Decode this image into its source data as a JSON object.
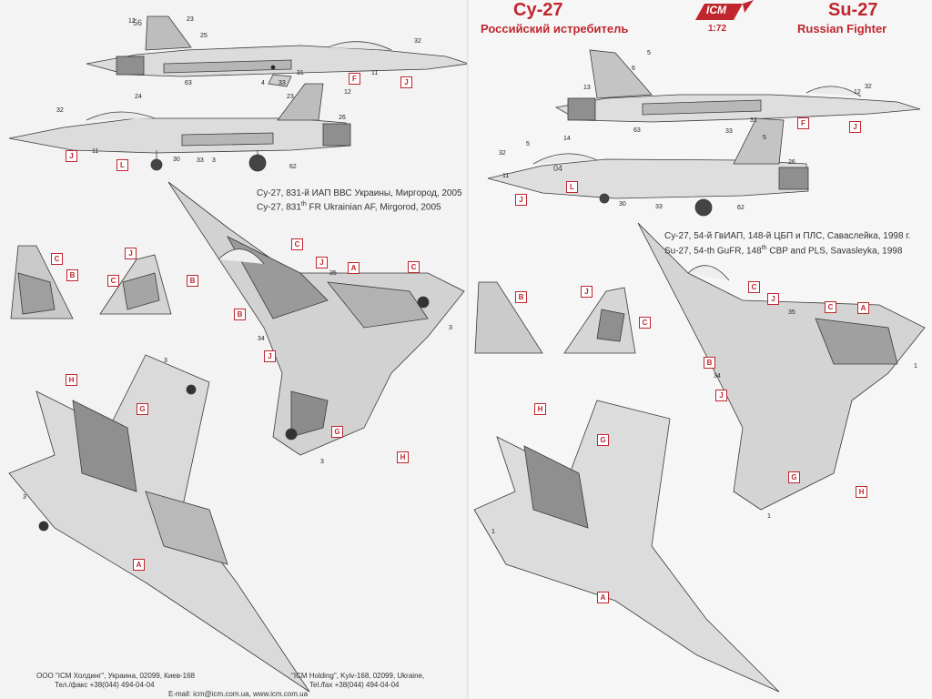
{
  "left": {
    "caption_ru": "Су-27, 831-й ИАП ВВС Украины, Миргород, 2005",
    "caption_en_pre": "Су-27, 831",
    "caption_en_sup": "th",
    "caption_en_post": " FR Ukrainian AF, Mirgorod, 2005",
    "footer_ru_1": "ООО \"ICM Холдинг\", Украина, 02099, Киев-168",
    "footer_ru_2": "Тел./факс +38(044) 494-04-04",
    "footer_en_1": "\"ICM Holding\", Kyiv-168, 02099, Ukraine,",
    "footer_en_2": "Tel./fax +38(044) 494-04-04",
    "footer_contact": "E-mail: icm@icm.com.ua,   www.icm.com.ua",
    "tail_number": "56"
  },
  "right": {
    "title_ru": "Су-27",
    "subtitle_ru": "Российский истребитель",
    "title_en": "Su-27",
    "subtitle_en": "Russian Fighter",
    "logo": "ICM",
    "scale": "1:72",
    "caption_ru": "Су-27, 54-й ГвИАП, 148-й ЦБП и ПЛС, Саваслейка, 1998 г.",
    "caption_en_pre": "Su-27, 54-th GuFR, 148",
    "caption_en_sup": "th",
    "caption_en_post": " CBP and PLS, Savasleyka, 1998",
    "tail_number": "04"
  },
  "labels": {
    "A": "A",
    "B": "B",
    "C": "C",
    "F": "F",
    "G": "G",
    "H": "H",
    "J": "J",
    "L": "L"
  },
  "callouts": [
    "1",
    "3",
    "4",
    "5",
    "6",
    "11",
    "12",
    "13",
    "14",
    "23",
    "24",
    "25",
    "26",
    "30",
    "31",
    "32",
    "33",
    "34",
    "35",
    "62",
    "63"
  ],
  "colors": {
    "accent_red": "#c0262e",
    "camo_light": "#d6d6d6",
    "camo_mid": "#b3b3b3",
    "camo_dark": "#8f8f8f",
    "line": "#3a3a3a"
  }
}
